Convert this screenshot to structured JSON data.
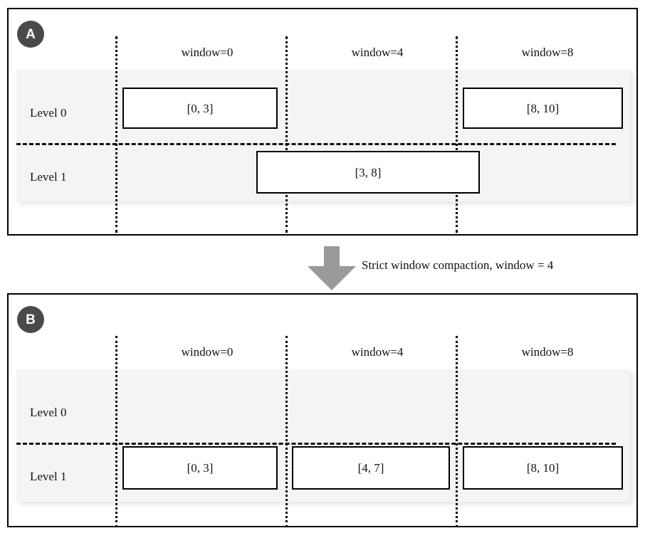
{
  "figure": {
    "panels": [
      {
        "id": "A",
        "badge": "A",
        "columns": [
          {
            "label": "window=0"
          },
          {
            "label": "window=4"
          },
          {
            "label": "window=8"
          }
        ],
        "rows": [
          {
            "label": "Level 0"
          },
          {
            "label": "Level 1"
          }
        ],
        "boxes": [
          {
            "label": "[0, 3]",
            "row": "Level 0",
            "window": "window=0"
          },
          {
            "label": "[8, 10]",
            "row": "Level 0",
            "window": "window=8"
          },
          {
            "label": "[3, 8]",
            "row": "Level 1",
            "window": "window=4"
          }
        ]
      },
      {
        "id": "B",
        "badge": "B",
        "columns": [
          {
            "label": "window=0"
          },
          {
            "label": "window=4"
          },
          {
            "label": "window=8"
          }
        ],
        "rows": [
          {
            "label": "Level 0"
          },
          {
            "label": "Level 1"
          }
        ],
        "boxes": [
          {
            "label": "[0, 3]",
            "row": "Level 1",
            "window": "window=0"
          },
          {
            "label": "[4, 7]",
            "row": "Level 1",
            "window": "window=4"
          },
          {
            "label": "[8, 10]",
            "row": "Level 1",
            "window": "window=8"
          }
        ]
      }
    ],
    "transition": {
      "label": "Strict window compaction, window = 4",
      "arrow_direction": "down",
      "arrow_color": "#9a9a9a"
    },
    "colors": {
      "badge_background": "#4a4a4a",
      "badge_text": "#ffffff",
      "band_background": "#f4f4f4",
      "box_border": "#000000",
      "box_background": "#ffffff",
      "panel_border": "#000000",
      "divider": "#111111"
    }
  }
}
